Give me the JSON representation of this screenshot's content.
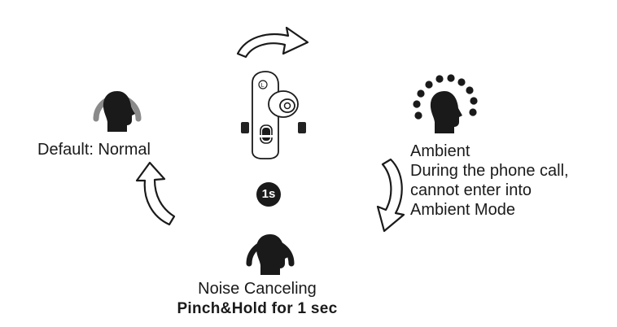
{
  "modes": {
    "default": {
      "label": "Default: Normal",
      "icon": "head-normal-icon",
      "arc_color": "#8a8a8a"
    },
    "ambient": {
      "label": "Ambient",
      "note_lines": [
        "During the phone call,",
        "cannot enter into",
        "Ambient Mode"
      ],
      "icon": "head-ambient-icon"
    },
    "noise_canceling": {
      "label": "Noise Canceling",
      "icon": "head-noise-canceling-icon"
    }
  },
  "gesture": {
    "duration_badge": "1s",
    "instruction": "Pinch&Hold  for 1 sec"
  },
  "colors": {
    "ink": "#1a1a1a",
    "gray_arc": "#8a8a8a"
  }
}
